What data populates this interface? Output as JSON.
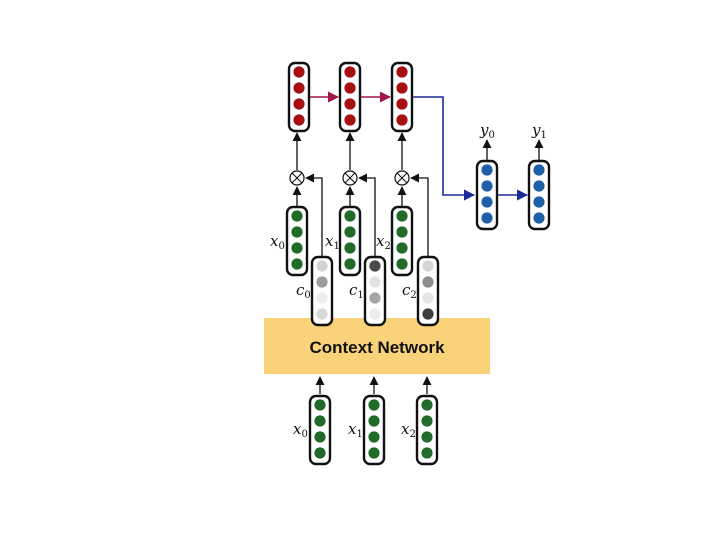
{
  "context_network": {
    "label": "Context Network",
    "fill": "#f9d27a"
  },
  "colors": {
    "hidden_node": "#a50f0f",
    "input_node": "#1e6b2a",
    "output_node": "#1f5ea8",
    "recurrent_arrow": "#a0154a",
    "output_arrow": "#1b2a9a",
    "capsule_border": "#111111"
  },
  "symbols": {
    "multiply": "⊗"
  },
  "steps": [
    {
      "x_top": {
        "var": "x",
        "sub": "0"
      },
      "c": {
        "var": "c",
        "sub": "0",
        "shades": [
          "#d4d4d4",
          "#9c9c9c",
          "#ececec",
          "#d9d9d9"
        ]
      },
      "x_bottom": {
        "var": "x",
        "sub": "0"
      }
    },
    {
      "x_top": {
        "var": "x",
        "sub": "1"
      },
      "c": {
        "var": "c",
        "sub": "1",
        "shades": [
          "#4a4a4a",
          "#e2e2e2",
          "#a6a6a6",
          "#ebebeb"
        ]
      },
      "x_bottom": {
        "var": "x",
        "sub": "1"
      }
    },
    {
      "x_top": {
        "var": "x",
        "sub": "2"
      },
      "c": {
        "var": "c",
        "sub": "2",
        "shades": [
          "#d6d6d6",
          "#8e8e8e",
          "#e6e6e6",
          "#3e3e3e"
        ]
      },
      "x_bottom": {
        "var": "x",
        "sub": "2"
      }
    }
  ],
  "outputs": [
    {
      "var": "y",
      "sub": "0"
    },
    {
      "var": "y",
      "sub": "1"
    }
  ]
}
